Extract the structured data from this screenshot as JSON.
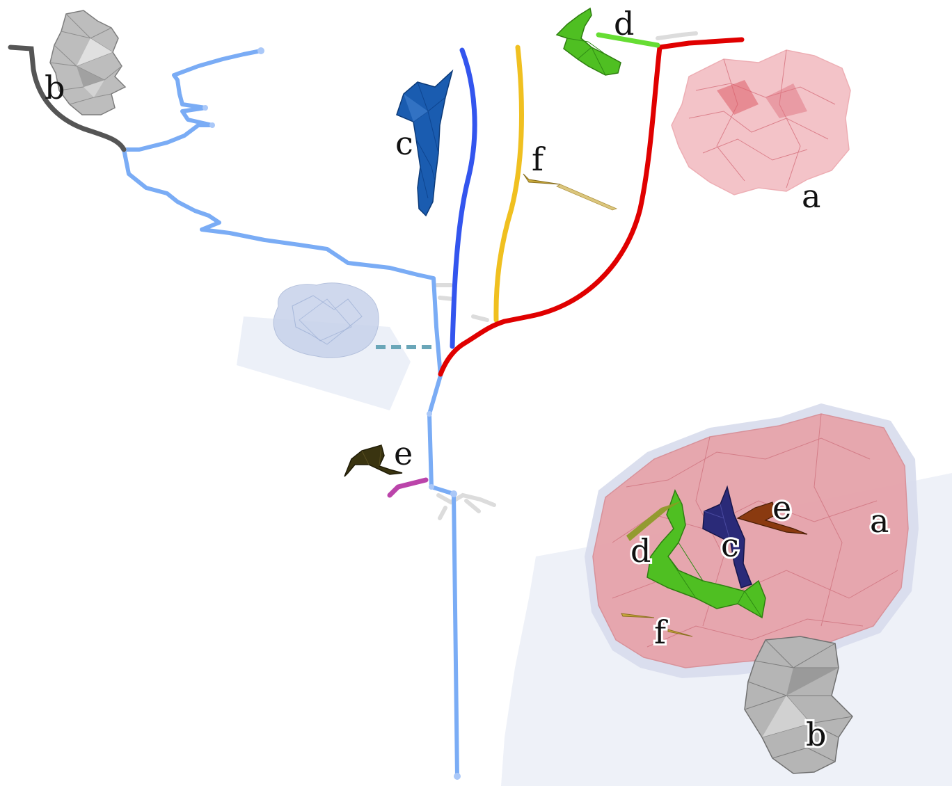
{
  "labels": {
    "a": "a",
    "b": "b",
    "c": "c",
    "d": "d",
    "e": "e",
    "f": "f"
  },
  "colors": {
    "main_trunk": "#7aacf5",
    "branch_a": "#e00000",
    "branch_b": "#555555",
    "branch_c": "#3355ee",
    "branch_d": "#66dd33",
    "branch_e": "#bb44aa",
    "branch_f": "#f0c020",
    "mesh_a": "#e88a93",
    "mesh_b": "#b5b5b5",
    "mesh_c": "#1a5cb0",
    "mesh_d": "#4fbf22",
    "mesh_e": "#3a3410",
    "mesh_f": "#c8a83a",
    "ghost_blob": "#c7d2ea",
    "dashed_link": "#6aa6b8"
  }
}
